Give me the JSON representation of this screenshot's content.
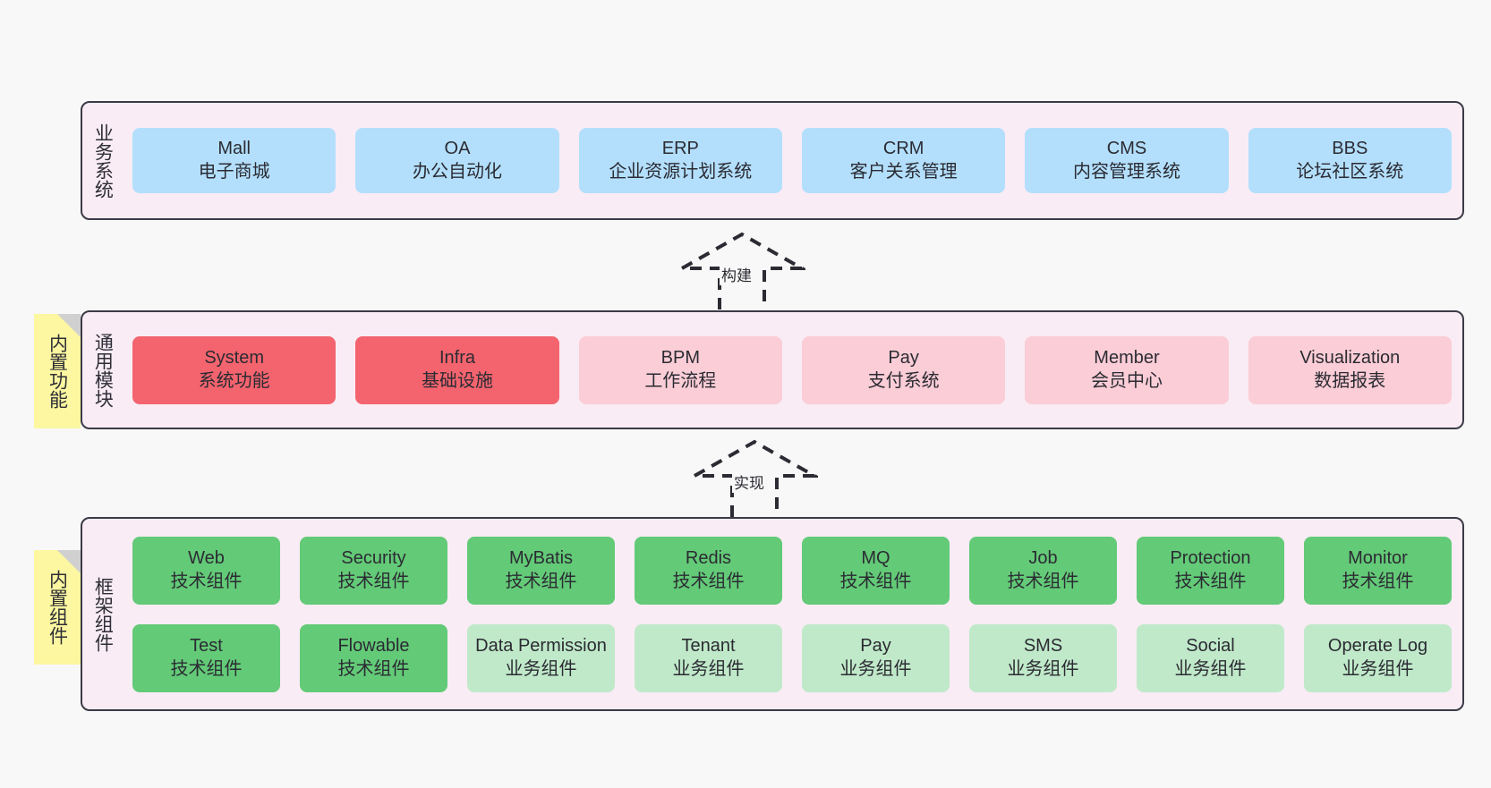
{
  "diagram": {
    "background_color": "#f8f8f8",
    "panel_color": "#f9ecf5",
    "panel_border_color": "#3b3b47",
    "note_color": "#fcf7a0"
  },
  "notes": [
    {
      "label": "内置功能",
      "name": "note-builtin-features"
    },
    {
      "label": "内置组件",
      "name": "note-builtin-components"
    }
  ],
  "arrows": [
    {
      "label": "构建",
      "name": "arrow-build"
    },
    {
      "label": "实现",
      "name": "arrow-implement"
    }
  ],
  "layers": [
    {
      "title": "业务系统",
      "name": "layer-business-systems",
      "accent": "#b3dffc",
      "rows": [
        [
          {
            "en": "Mall",
            "cn": "电子商城",
            "style": "c-blue"
          },
          {
            "en": "OA",
            "cn": "办公自动化",
            "style": "c-blue"
          },
          {
            "en": "ERP",
            "cn": "企业资源计划系统",
            "style": "c-blue"
          },
          {
            "en": "CRM",
            "cn": "客户关系管理",
            "style": "c-blue"
          },
          {
            "en": "CMS",
            "cn": "内容管理系统",
            "style": "c-blue"
          },
          {
            "en": "BBS",
            "cn": "论坛社区系统",
            "style": "c-blue"
          }
        ]
      ]
    },
    {
      "title": "通用模块",
      "name": "layer-common-modules",
      "accent": "#f4646e",
      "rows": [
        [
          {
            "en": "System",
            "cn": "系统功能",
            "style": "c-red"
          },
          {
            "en": "Infra",
            "cn": "基础设施",
            "style": "c-red"
          },
          {
            "en": "BPM",
            "cn": "工作流程",
            "style": "c-pink"
          },
          {
            "en": "Pay",
            "cn": "支付系统",
            "style": "c-pink"
          },
          {
            "en": "Member",
            "cn": "会员中心",
            "style": "c-pink"
          },
          {
            "en": "Visualization",
            "cn": "数据报表",
            "style": "c-pink"
          }
        ]
      ]
    },
    {
      "title": "框架组件",
      "name": "layer-framework-components",
      "accent": "#63ca77",
      "rows": [
        [
          {
            "en": "Web",
            "cn": "技术组件",
            "style": "c-green"
          },
          {
            "en": "Security",
            "cn": "技术组件",
            "style": "c-green"
          },
          {
            "en": "MyBatis",
            "cn": "技术组件",
            "style": "c-green"
          },
          {
            "en": "Redis",
            "cn": "技术组件",
            "style": "c-green"
          },
          {
            "en": "MQ",
            "cn": "技术组件",
            "style": "c-green"
          },
          {
            "en": "Job",
            "cn": "技术组件",
            "style": "c-green"
          },
          {
            "en": "Protection",
            "cn": "技术组件",
            "style": "c-green"
          },
          {
            "en": "Monitor",
            "cn": "技术组件",
            "style": "c-green"
          }
        ],
        [
          {
            "en": "Test",
            "cn": "技术组件",
            "style": "c-green"
          },
          {
            "en": "Flowable",
            "cn": "技术组件",
            "style": "c-green"
          },
          {
            "en": "Data Permission",
            "cn": "业务组件",
            "style": "c-green-light"
          },
          {
            "en": "Tenant",
            "cn": "业务组件",
            "style": "c-green-light"
          },
          {
            "en": "Pay",
            "cn": "业务组件",
            "style": "c-green-light"
          },
          {
            "en": "SMS",
            "cn": "业务组件",
            "style": "c-green-light"
          },
          {
            "en": "Social",
            "cn": "业务组件",
            "style": "c-green-light"
          },
          {
            "en": "Operate Log",
            "cn": "业务组件",
            "style": "c-green-light"
          }
        ]
      ]
    }
  ]
}
